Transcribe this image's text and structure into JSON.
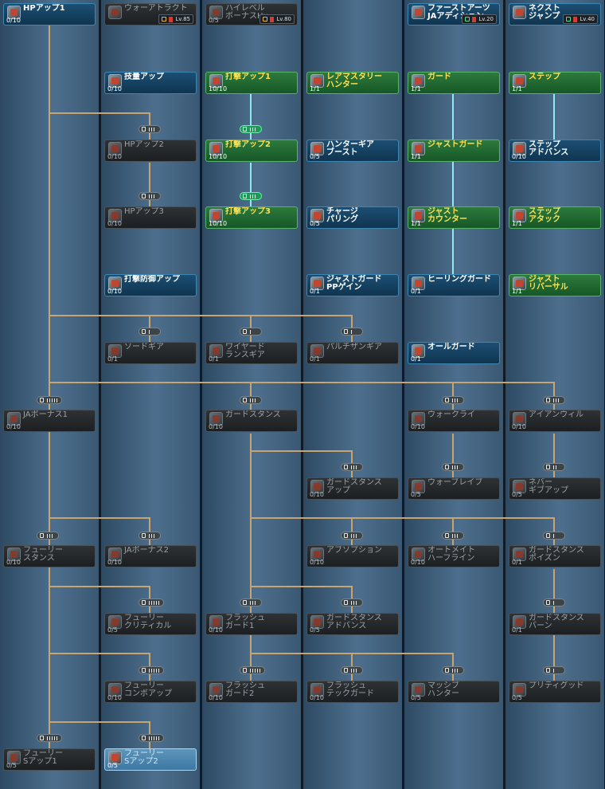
{
  "nodes": [
    {
      "id": "hp_up_1",
      "name": "HPアップ1",
      "level": "0/10",
      "state": "blue",
      "icon": "hp-icon"
    },
    {
      "id": "war_tract",
      "name": "ウォーアトラクト",
      "level": "",
      "state": "gray",
      "icon": "sword-icon",
      "req": "Lv.85"
    },
    {
      "id": "high_level_bonus",
      "name": "ハイレベル\nボーナスHu",
      "level": "0/5",
      "state": "gray",
      "icon": "sword-icon",
      "req": "Lv.80"
    },
    {
      "id": "first_arts_ja",
      "name": "ファーストアーツ\nJAアディション",
      "level": "",
      "state": "blue",
      "icon": "arts-icon",
      "req": "Lv.20",
      "req_unlocked": true
    },
    {
      "id": "next_jump",
      "name": "ネクスト\nジャンプ",
      "level": "",
      "state": "blue",
      "icon": "jump-icon",
      "req": "Lv.40",
      "req_unlocked": true
    },
    {
      "id": "skill_up",
      "name": "技量アップ",
      "level": "0/10",
      "state": "blue",
      "icon": "skill-icon"
    },
    {
      "id": "strike_up_1",
      "name": "打撃アップ1",
      "level": "10/10",
      "state": "green",
      "icon": "sword-icon"
    },
    {
      "id": "rare_mastery",
      "name": "レアマスタリー\nハンター",
      "level": "1/1",
      "state": "green",
      "icon": "rare-icon"
    },
    {
      "id": "guard",
      "name": "ガード",
      "level": "1/1",
      "state": "green",
      "icon": "shield-icon"
    },
    {
      "id": "step",
      "name": "ステップ",
      "level": "1/1",
      "state": "green",
      "icon": "step-icon"
    },
    {
      "id": "hp_up_2",
      "name": "HPアップ2",
      "level": "0/10",
      "state": "gray",
      "icon": "hp-icon"
    },
    {
      "id": "strike_up_2",
      "name": "打撃アップ2",
      "level": "10/10",
      "state": "green",
      "icon": "sword-icon"
    },
    {
      "id": "hunter_gear",
      "name": "ハンターギア\nブースト",
      "level": "0/5",
      "state": "blue",
      "icon": "sword-icon"
    },
    {
      "id": "just_guard",
      "name": "ジャストガード",
      "level": "1/1",
      "state": "green",
      "icon": "shield-icon"
    },
    {
      "id": "step_advance",
      "name": "ステップ\nアドバンス",
      "level": "0/10",
      "state": "blue",
      "icon": "step-icon"
    },
    {
      "id": "hp_up_3",
      "name": "HPアップ3",
      "level": "0/10",
      "state": "gray",
      "icon": "hp-icon"
    },
    {
      "id": "strike_up_3",
      "name": "打撃アップ3",
      "level": "10/10",
      "state": "green",
      "icon": "sword-icon"
    },
    {
      "id": "charge_parry",
      "name": "チャージ\nパリング",
      "level": "0/5",
      "state": "blue",
      "icon": "shield-icon"
    },
    {
      "id": "just_counter",
      "name": "ジャスト\nカウンター",
      "level": "1/1",
      "state": "green",
      "icon": "shield-icon"
    },
    {
      "id": "step_attack",
      "name": "ステップ\nアタック",
      "level": "1/1",
      "state": "green",
      "icon": "step-icon"
    },
    {
      "id": "strike_def_up",
      "name": "打撃防御アップ",
      "level": "0/10",
      "state": "blue",
      "icon": "sword-icon"
    },
    {
      "id": "jg_pp_gain",
      "name": "ジャストガード\nPPゲイン",
      "level": "0/1",
      "state": "blue",
      "icon": "shield-icon"
    },
    {
      "id": "healing_guard",
      "name": "ヒーリングガード",
      "level": "0/1",
      "state": "blue",
      "icon": "shield-icon"
    },
    {
      "id": "just_reversal",
      "name": "ジャスト\nリバーサル",
      "level": "1/1",
      "state": "green",
      "icon": "step-icon"
    },
    {
      "id": "sword_gear",
      "name": "ソードギア",
      "level": "0/1",
      "state": "gray",
      "icon": "sword-icon"
    },
    {
      "id": "wired_lance_gear",
      "name": "ワイヤード\nランスギア",
      "level": "0/1",
      "state": "gray",
      "icon": "lance-icon"
    },
    {
      "id": "partisan_gear",
      "name": "パルチザンギア",
      "level": "0/1",
      "state": "gray",
      "icon": "partisan-icon"
    },
    {
      "id": "all_guard",
      "name": "オールガード",
      "level": "0/1",
      "state": "blue",
      "icon": "shield-icon"
    },
    {
      "id": "ja_bonus_1",
      "name": "JAボーナス1",
      "level": "0/10",
      "state": "gray",
      "icon": "sword-icon"
    },
    {
      "id": "guard_stance",
      "name": "ガードスタンス",
      "level": "0/10",
      "state": "gray",
      "icon": "shield-icon"
    },
    {
      "id": "war_cry",
      "name": "ウォークライ",
      "level": "0/10",
      "state": "gray",
      "icon": "warcry-icon"
    },
    {
      "id": "iron_will",
      "name": "アイアンウィル",
      "level": "0/10",
      "state": "gray",
      "icon": "will-icon"
    },
    {
      "id": "gs_up",
      "name": "ガードスタンス\nアップ",
      "level": "0/10",
      "state": "gray",
      "icon": "shield-icon"
    },
    {
      "id": "war_brave",
      "name": "ウォーブレイブ",
      "level": "0/5",
      "state": "gray",
      "icon": "warcry-icon"
    },
    {
      "id": "never_give_up",
      "name": "ネバー\nギブアップ",
      "level": "0/5",
      "state": "gray",
      "icon": "sword-icon"
    },
    {
      "id": "fury_stance",
      "name": "フューリー\nスタンス",
      "level": "0/10",
      "state": "gray",
      "icon": "sword-icon"
    },
    {
      "id": "ja_bonus_2",
      "name": "JAボーナス2",
      "level": "0/10",
      "state": "gray",
      "icon": "sword-icon"
    },
    {
      "id": "absorption",
      "name": "アブソプション",
      "level": "0/10",
      "state": "gray",
      "icon": "shield-icon"
    },
    {
      "id": "automate_half",
      "name": "オートメイト\nハーフライン",
      "level": "0/10",
      "state": "gray",
      "icon": "automate-icon"
    },
    {
      "id": "gs_poison",
      "name": "ガードスタンス\nポイズン",
      "level": "0/1",
      "state": "gray",
      "icon": "poison-icon"
    },
    {
      "id": "fury_critical",
      "name": "フューリー\nクリティカル",
      "level": "0/5",
      "state": "gray",
      "icon": "sword-icon"
    },
    {
      "id": "flash_guard_1",
      "name": "フラッシュ\nガード1",
      "level": "0/10",
      "state": "gray",
      "icon": "sword-icon"
    },
    {
      "id": "gs_advance",
      "name": "ガードスタンス\nアドバンス",
      "level": "0/5",
      "state": "gray",
      "icon": "shield-icon"
    },
    {
      "id": "gs_burn",
      "name": "ガードスタンス\nバーン",
      "level": "0/1",
      "state": "gray",
      "icon": "burn-icon"
    },
    {
      "id": "fury_combo",
      "name": "フューリー\nコンボアップ",
      "level": "0/10",
      "state": "gray",
      "icon": "sword-icon"
    },
    {
      "id": "flash_guard_2",
      "name": "フラッシュ\nガード2",
      "level": "0/10",
      "state": "gray",
      "icon": "sword-icon"
    },
    {
      "id": "flash_tech_guard",
      "name": "フラッシュ\nテックガード",
      "level": "0/10",
      "state": "gray",
      "icon": "tech-icon"
    },
    {
      "id": "massive_hunter",
      "name": "マッシブ\nハンター",
      "level": "0/5",
      "state": "gray",
      "icon": "massive-icon"
    },
    {
      "id": "pretty_good",
      "name": "プリティグッド",
      "level": "0/5",
      "state": "gray",
      "icon": "card-icon"
    },
    {
      "id": "fury_s_up_1",
      "name": "フューリー\nSアップ1",
      "level": "0/5",
      "state": "gray",
      "icon": "sword-icon"
    },
    {
      "id": "fury_s_up_2",
      "name": "フューリー\nSアップ2",
      "level": "0/5",
      "state": "highlighted",
      "icon": "sword-icon"
    }
  ]
}
